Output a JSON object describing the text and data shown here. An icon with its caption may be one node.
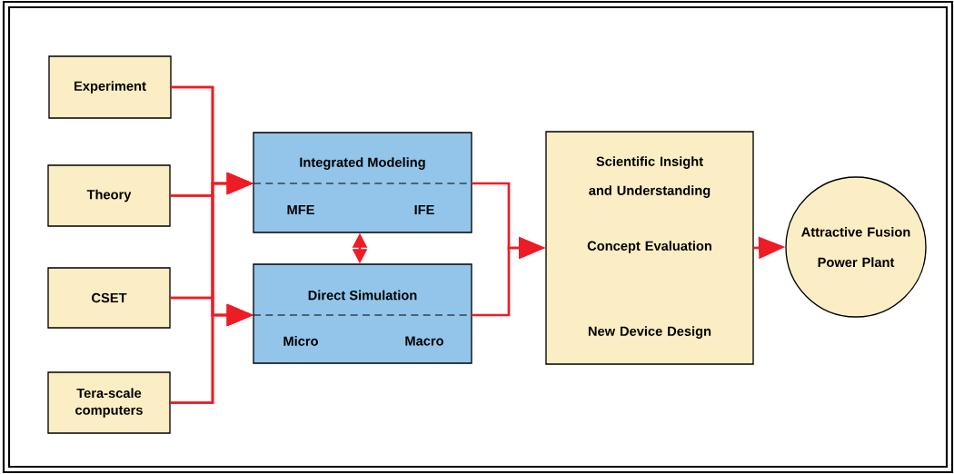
{
  "diagram": {
    "nodes": [
      {
        "text": [
          "Experiment"
        ]
      },
      {
        "text": [
          "Theory"
        ]
      },
      {
        "text": [
          "CSET"
        ]
      },
      {
        "text": [
          "Tera-scale computers"
        ]
      },
      {
        "text": [
          "Integrated Modeling",
          "MFE",
          "IFE"
        ]
      },
      {
        "text": [
          "Direct Simulation",
          "Micro",
          "Macro"
        ]
      },
      {
        "text": [
          "Scientific Insight and Understanding",
          "Concept Evaluation",
          "New Device Design"
        ]
      },
      {
        "text": [
          "Attractive Fusion Power Plant"
        ]
      }
    ],
    "edges": [
      {
        "from": 0,
        "to": 4,
        "arrow": "to"
      },
      {
        "from": 1,
        "to": 4,
        "arrow": "to"
      },
      {
        "from": 2,
        "to": 4,
        "arrow": "to"
      },
      {
        "from": 3,
        "to": 4,
        "arrow": "to"
      },
      {
        "from": 0,
        "to": 5,
        "arrow": "to"
      },
      {
        "from": 1,
        "to": 5,
        "arrow": "to"
      },
      {
        "from": 2,
        "to": 5,
        "arrow": "to"
      },
      {
        "from": 3,
        "to": 5,
        "arrow": "to"
      },
      {
        "from": 4,
        "to": 5,
        "arrow": "both"
      },
      {
        "from": 4,
        "to": 6,
        "arrow": "to"
      },
      {
        "from": 5,
        "to": 6,
        "arrow": "to"
      },
      {
        "from": 6,
        "to": 7,
        "arrow": "to"
      }
    ]
  }
}
